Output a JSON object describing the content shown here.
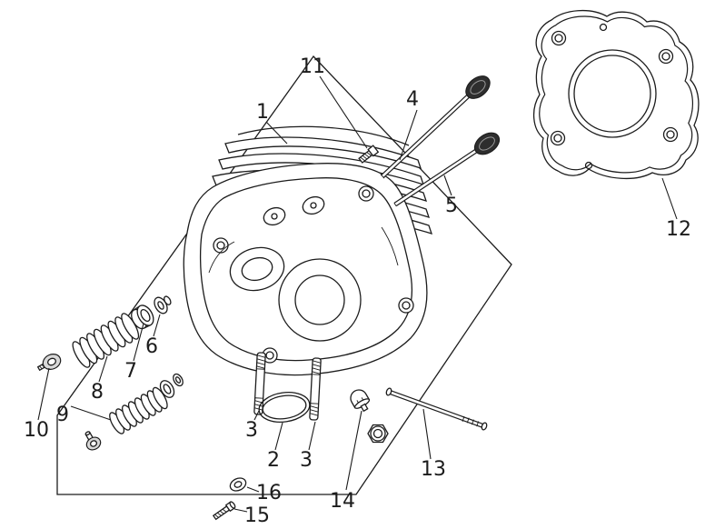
{
  "colors": {
    "background": "#ffffff",
    "line": "#1c1c1c",
    "valve_head": "#2e2e2e",
    "seal_fill": "#d8d8d8"
  },
  "labels": [
    {
      "id": "label-11",
      "text": "11"
    },
    {
      "id": "label-1",
      "text": "1"
    },
    {
      "id": "label-4",
      "text": "4"
    },
    {
      "id": "label-5",
      "text": "5"
    },
    {
      "id": "label-12",
      "text": "12"
    },
    {
      "id": "label-6",
      "text": "6"
    },
    {
      "id": "label-7",
      "text": "7"
    },
    {
      "id": "label-8",
      "text": "8"
    },
    {
      "id": "label-9",
      "text": "9"
    },
    {
      "id": "label-10",
      "text": "10"
    },
    {
      "id": "label-3a",
      "text": "3"
    },
    {
      "id": "label-2",
      "text": "2"
    },
    {
      "id": "label-3b",
      "text": "3"
    },
    {
      "id": "label-13",
      "text": "13"
    },
    {
      "id": "label-14",
      "text": "14"
    },
    {
      "id": "label-16",
      "text": "16"
    },
    {
      "id": "label-15",
      "text": "15"
    }
  ]
}
